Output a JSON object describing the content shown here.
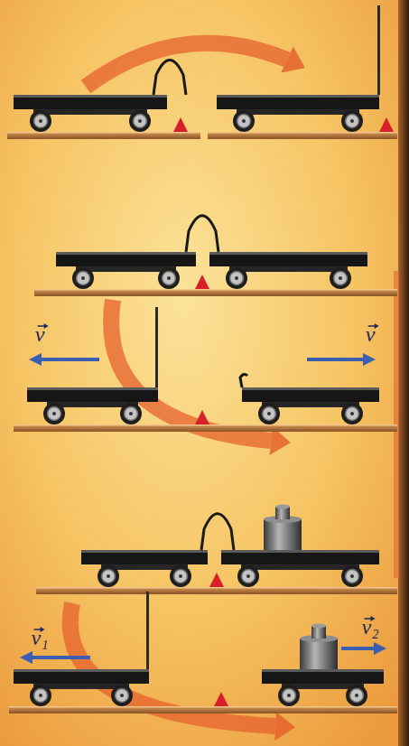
{
  "diagram": {
    "labels": [
      "v",
      "v",
      "v₁",
      "v₂"
    ]
  }
}
